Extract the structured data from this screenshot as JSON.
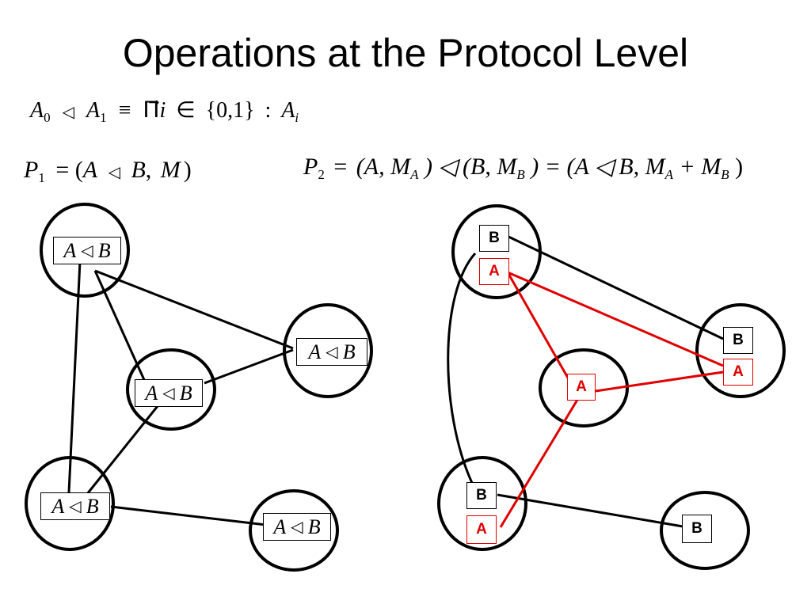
{
  "title": "Operations at the Protocol Level",
  "formulas": {
    "definition": {
      "A": "A",
      "sub0": "0",
      "op": "◁",
      "sub1": "1",
      "equiv": "≡",
      "pi": "Π⃗",
      "i": "i",
      "in": "∈",
      "set": "{0,1}",
      "colon": ":",
      "subi": "i"
    },
    "p1": {
      "P": "P",
      "sub": "1",
      "rhs_open": "= (",
      "A": "A",
      "op": "◁",
      "B": "B",
      "comma": ",",
      "M": "M",
      "close": ")"
    },
    "p2": {
      "P": "P",
      "sub": "2",
      "eq": "=",
      "part1": "(A, M",
      "subA": "A",
      "part2": ") ◁ (B, M",
      "subB": "B",
      "part3": ") = (A ◁ B, M",
      "subA2": "A",
      "plus": " + M",
      "subB2": "B",
      "close": ")"
    }
  },
  "left_diagram": {
    "node_label": {
      "a": "A",
      "op": "◁",
      "b": "B"
    },
    "nodes": [
      "node-top-left",
      "node-right",
      "node-center",
      "node-bottom-left",
      "node-bottom-right"
    ]
  },
  "right_diagram": {
    "label_a": "A",
    "label_b": "B"
  },
  "colors": {
    "ink": "#000000",
    "red": "#e00000",
    "background": "#ffffff"
  }
}
